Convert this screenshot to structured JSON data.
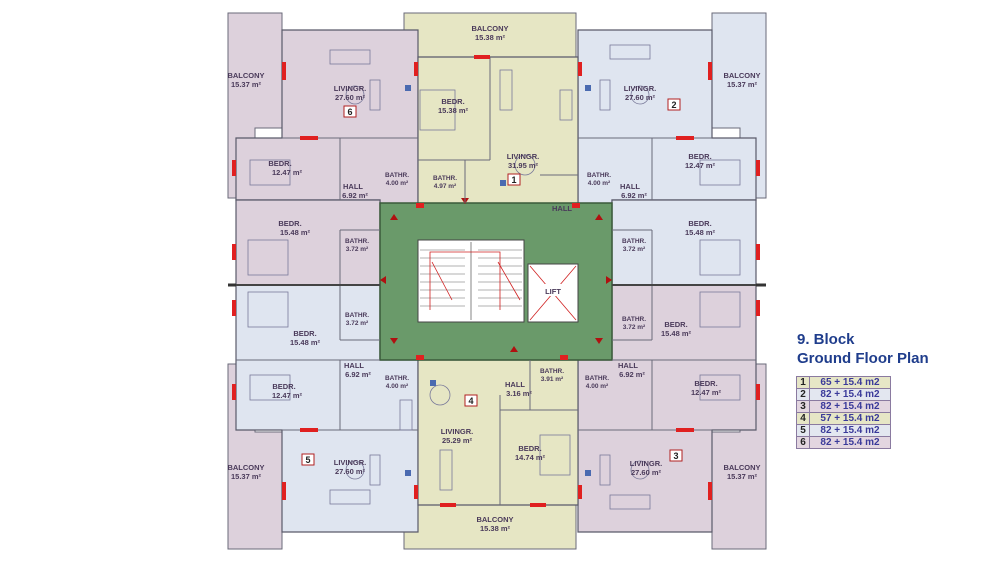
{
  "title": {
    "line1": "9. Block",
    "line2": "Ground Floor Plan"
  },
  "legend": [
    {
      "n": "1",
      "v": "65 + 15.4 m2",
      "color": "#e6e6c6"
    },
    {
      "n": "2",
      "v": "82 + 15.4 m2",
      "color": "#e3e7f0"
    },
    {
      "n": "3",
      "v": "82 + 15.4 m2",
      "color": "#e3d6e0"
    },
    {
      "n": "4",
      "v": "57 + 15.4 m2",
      "color": "#e6e6c6"
    },
    {
      "n": "5",
      "v": "82 + 15.4 m2",
      "color": "#e3e7f0"
    },
    {
      "n": "6",
      "v": "82 + 15.4 m2",
      "color": "#e3d6e0"
    }
  ],
  "colors": {
    "mauve": "#ddd1dc",
    "blue": "#dfe5f0",
    "yellow": "#e6e6c4",
    "core": "#6a9a6a",
    "wall": "#4a4a4a",
    "window": "#e02020"
  },
  "rooms": {
    "bal_top": {
      "n": "BALCONY",
      "a": "15.38 m²"
    },
    "bal_bottom": {
      "n": "BALCONY",
      "a": "15.38 m²"
    },
    "bal_6": {
      "n": "BALCONY",
      "a": "15.37 m²"
    },
    "bal_2": {
      "n": "BALCONY",
      "a": "15.37 m²"
    },
    "bal_5": {
      "n": "BALCONY",
      "a": "15.37 m²"
    },
    "bal_3": {
      "n": "BALCONY",
      "a": "15.37 m²"
    },
    "liv_6": {
      "n": "LIVINGR.",
      "a": "27.60 m²"
    },
    "liv_2": {
      "n": "LIVINGR.",
      "a": "27.60 m²"
    },
    "liv_5": {
      "n": "LIVINGR.",
      "a": "27.60 m²"
    },
    "liv_3": {
      "n": "LIVINGR.",
      "a": "27.60 m²"
    },
    "liv_1": {
      "n": "LIVINGR.",
      "a": "31.95 m²"
    },
    "liv_4": {
      "n": "LIVINGR.",
      "a": "25.29 m²"
    },
    "bed_1": {
      "n": "BEDR.",
      "a": "15.38 m²"
    },
    "bed_4": {
      "n": "BEDR.",
      "a": "14.74 m²"
    },
    "bed_6s": {
      "n": "BEDR.",
      "a": "12.47 m²"
    },
    "bed_2s": {
      "n": "BEDR.",
      "a": "12.47 m²"
    },
    "bed_5s": {
      "n": "BEDR.",
      "a": "12.47 m²"
    },
    "bed_3s": {
      "n": "BEDR.",
      "a": "12.47 m²"
    },
    "bed_6l": {
      "n": "BEDR.",
      "a": "15.48 m²"
    },
    "bed_2l": {
      "n": "BEDR.",
      "a": "15.48 m²"
    },
    "bed_5l": {
      "n": "BEDR.",
      "a": "15.48 m²"
    },
    "bed_3l": {
      "n": "BEDR.",
      "a": "15.48 m²"
    },
    "hall_6": {
      "n": "HALL",
      "a": "6.92 m²"
    },
    "hall_2": {
      "n": "HALL",
      "a": "6.92 m²"
    },
    "hall_5": {
      "n": "HALL",
      "a": "6.92 m²"
    },
    "hall_3": {
      "n": "HALL",
      "a": "6.92 m²"
    },
    "hall_1": {
      "n": "HALL",
      "a": ""
    },
    "hall_4": {
      "n": "HALL",
      "a": "3.16 m²"
    },
    "bath_6a": {
      "n": "BATHR.",
      "a": "4.00 m²"
    },
    "bath_6b": {
      "n": "BATHR.",
      "a": "3.72 m²"
    },
    "bath_2a": {
      "n": "BATHR.",
      "a": "4.00 m²"
    },
    "bath_2b": {
      "n": "BATHR.",
      "a": "3.72 m²"
    },
    "bath_5a": {
      "n": "BATHR.",
      "a": "3.72 m²"
    },
    "bath_5b": {
      "n": "BATHR.",
      "a": "4.00 m²"
    },
    "bath_3a": {
      "n": "BATHR.",
      "a": "3.72 m²"
    },
    "bath_3b": {
      "n": "BATHR.",
      "a": "4.00 m²"
    },
    "bath_1": {
      "n": "BATHR.",
      "a": "4.97 m²"
    },
    "bath_4": {
      "n": "BATHR.",
      "a": "3.91 m²"
    },
    "lift": {
      "n": "LIFT",
      "a": ""
    }
  },
  "units": {
    "u1": "1",
    "u2": "2",
    "u3": "3",
    "u4": "4",
    "u5": "5",
    "u6": "6"
  }
}
